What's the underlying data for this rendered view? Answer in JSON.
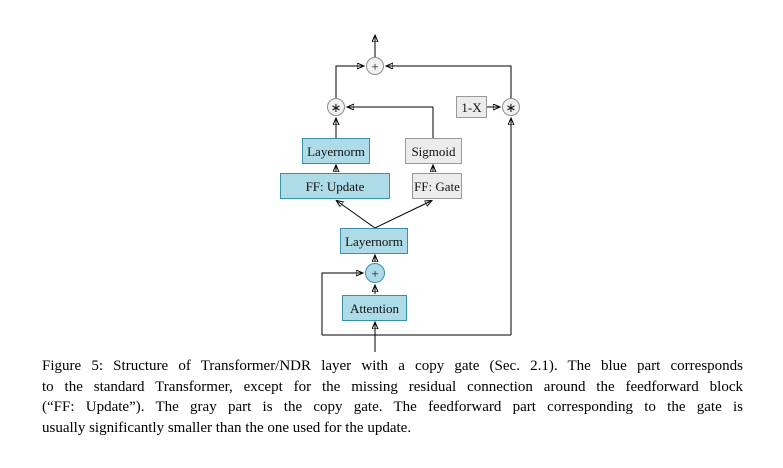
{
  "figure": {
    "caption": {
      "lines": [
        "Figure 5: Structure of Transformer/NDR layer with a copy gate (Sec. 2.1). The blue part corresponds",
        "to the standard Transformer, except for the missing residual connection around the feedforward block",
        "(“FF: Update”). The gray part is the copy gate. The feedforward part corresponding to the gate is",
        "usually significantly smaller than the one used for the update."
      ]
    }
  },
  "diagram": {
    "boxes": {
      "layernorm_top": "Layernorm",
      "sigmoid": "Sigmoid",
      "ff_update": "FF: Update",
      "ff_gate": "FF: Gate",
      "one_minus_x": "1-X",
      "layernorm_bottom": "Layernorm",
      "attention": "Attention"
    },
    "operators": {
      "output_add": "+",
      "update_multiply": "∗",
      "copy_multiply": "∗",
      "residual_add": "+"
    },
    "colors": {
      "transformer_blue_fill": "#aedbe8",
      "transformer_blue_border": "#3c8fab",
      "gate_gray_fill": "#ececec",
      "gate_gray_border": "#999999",
      "wire_color": "#000000",
      "background": "#ffffff"
    }
  }
}
